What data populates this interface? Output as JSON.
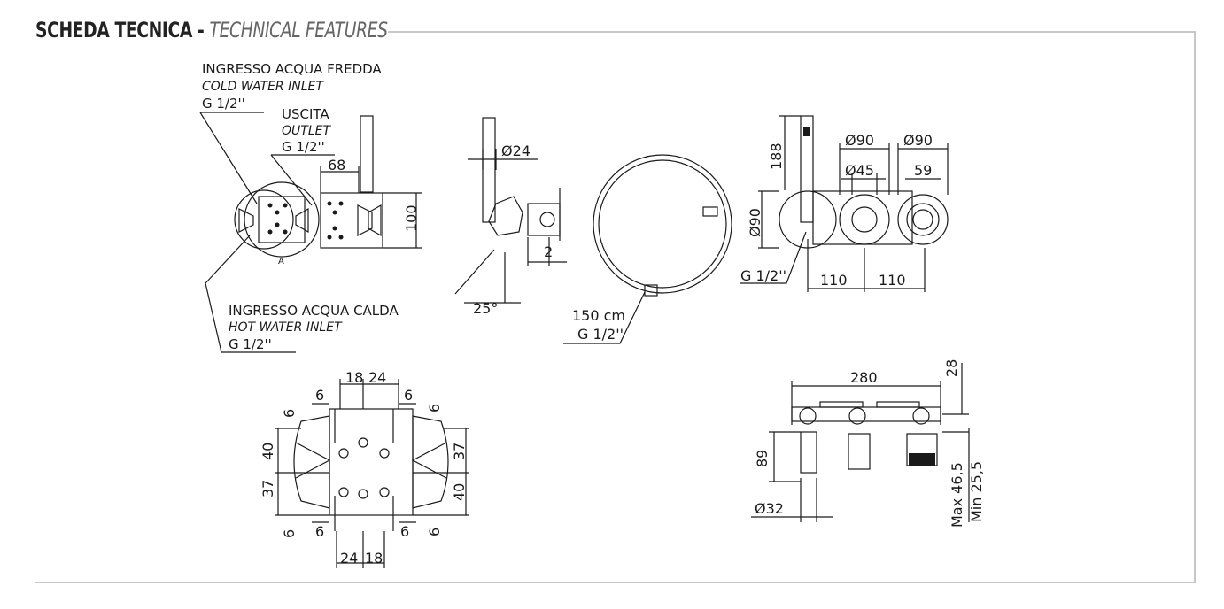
{
  "header": {
    "title_it": "SCHEDA TECNICA",
    "separator": " - ",
    "title_en": "TECHNICAL FEATURES"
  },
  "callouts": {
    "cold_inlet": {
      "it": "INGRESSO ACQUA FREDDA",
      "en": "COLD WATER INLET",
      "thread": "G 1/2''"
    },
    "outlet": {
      "it": "USCITA",
      "en": "OUTLET",
      "thread": "G 1/2''"
    },
    "hot_inlet": {
      "it": "INGRESSO ACQUA CALDA",
      "en": "HOT WATER INLET",
      "thread": "G 1/2''"
    },
    "section_mark": "A"
  },
  "front_view": {
    "dim_68": "68",
    "dim_100": "100"
  },
  "side_view": {
    "dim_d24": "Ø24",
    "dim_2": "2",
    "dim_25deg": "25°"
  },
  "hose": {
    "length": "150 cm",
    "thread": "G 1/2''"
  },
  "top_view": {
    "dim_188": "188",
    "dim_d90_a": "Ø90",
    "dim_d90_b": "Ø90",
    "dim_d45": "Ø45",
    "dim_59": "59",
    "dim_d90_left": "Ø90",
    "thread": "G 1/2''",
    "dim_110_a": "110",
    "dim_110_b": "110"
  },
  "plate_view": {
    "top_18": "18",
    "top_24": "24",
    "top_6_l": "6",
    "top_6_r": "6",
    "left_6_top": "6",
    "left_40": "40",
    "left_37": "37",
    "left_6_bot": "6",
    "right_6_top": "6",
    "right_37": "37",
    "right_40": "40",
    "right_6_bot": "6",
    "bot_6_l": "6",
    "bot_6_r": "6",
    "bot_24": "24",
    "bot_18": "18"
  },
  "section_view": {
    "dim_280": "280",
    "dim_28": "28",
    "dim_89": "89",
    "dim_d32": "Ø32",
    "dim_max": "Max 46,5",
    "dim_min": "Min 25,5"
  }
}
